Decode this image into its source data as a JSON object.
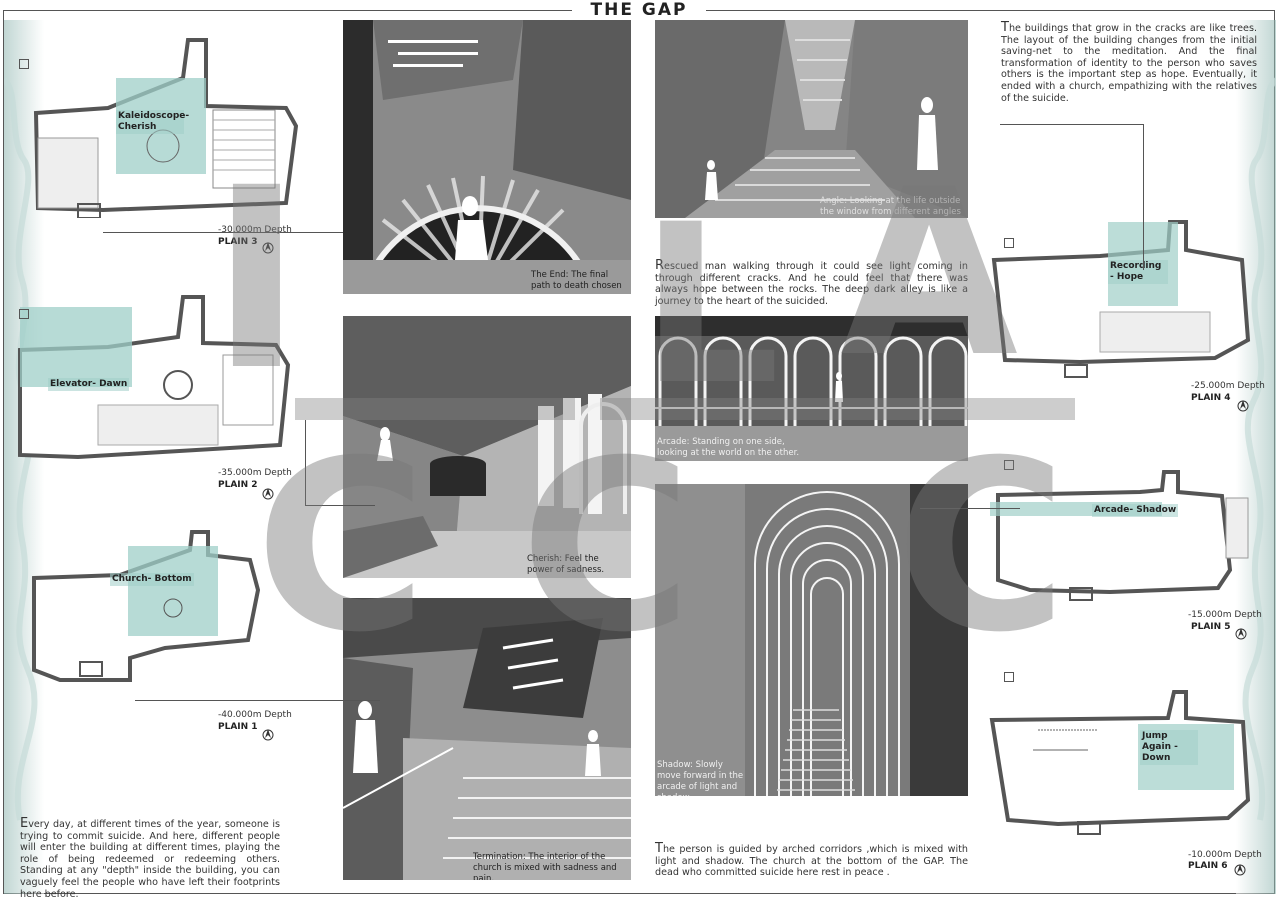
{
  "title": "THE GAP",
  "watermark": {
    "letters": [
      "I",
      "A",
      "L",
      "C"
    ]
  },
  "texts": {
    "intro_first": "E",
    "intro_rest": "very day, at different times of the year, someone is trying to commit suicide. And here, different people will enter the building at different times, playing the role of being redeemed or redeem­ing others. Standing at any \"depth\" inside the building, you can vaguely feel the people who have left their footprints here before.",
    "trees_first": "T",
    "trees_rest": "he buildings that grow in the cracks are like trees. The layout of the building changes from the initial saving-net to the meditation. And the final transformation of identity to the person who saves others is the important step as hope. Eventually, it ended with a church, empathizing with the relatives of the suicide.",
    "rescued_first": "R",
    "rescued_rest": "escued man walking through it could see light coming in through different cracks. And he could feel that there was always hope between the rocks. The deep dark alley is like a journey to the heart of the suicided.",
    "guided_first": "T",
    "guided_rest": "he person is guided by arched corridors ,which is mixed with light and shadow. The church at the bottom of the GAP. The dead who committed suicide here rest in peace ."
  },
  "captions": {
    "end": "The End: The final path to death chosen",
    "cherish": "Cherish: Feel the power of sadness.",
    "termination": "Termination: The interior of the church is mixed with sadness and pain.",
    "angle": "Angle: Looking at the life outside the window from different angles",
    "arcade": "Arcade: Standing on one side, looking at the world on the other.",
    "shadow": "Shadow: Slowly move forward in the arcade of light and shadow."
  },
  "plans": {
    "plain3": {
      "label": "Kaleidoscope-Cherish",
      "depth": "-30.000m Depth",
      "name": "PLAIN 3"
    },
    "plain2": {
      "label": "Elevator- Dawn",
      "depth": "-35.000m Depth",
      "name": "PLAIN 2"
    },
    "plain1": {
      "label": "Church- Bottom",
      "depth": "-40.000m Depth",
      "name": "PLAIN 1"
    },
    "plain4": {
      "label": "Recording - Hope",
      "depth": "-25.000m Depth",
      "name": "PLAIN 4"
    },
    "plain5": {
      "label": "Arcade- Shadow",
      "depth": "-15.000m Depth",
      "name": "PLAIN 5"
    },
    "plain6": {
      "label": "Jump Again - Down",
      "depth": "-10.000m Depth",
      "name": "PLAIN 6"
    }
  },
  "north_label": "N",
  "colors": {
    "accent": "#9fcfc8",
    "frame": "#555555",
    "photo_dark": "#3a3a3a"
  }
}
